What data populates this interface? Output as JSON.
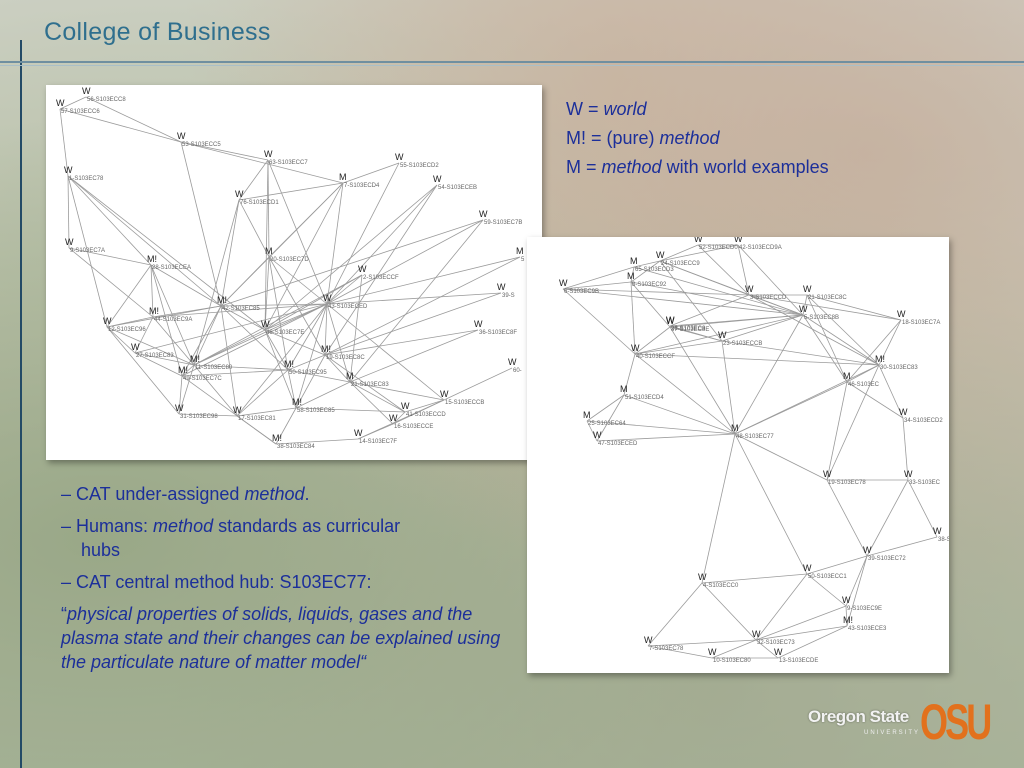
{
  "header": {
    "title": "College of Business"
  },
  "legend": {
    "line1": {
      "prefix": "W = ",
      "italic": "world"
    },
    "line2": {
      "prefix": "M! = (pure) ",
      "italic": "method"
    },
    "line3": {
      "prefix": "M = ",
      "italic": "method",
      "suffix": " with world examples"
    }
  },
  "bullets": {
    "b1": {
      "prefix": "– CAT under-assigned ",
      "italic": "method",
      "suffix": "."
    },
    "b2": {
      "prefix": "– Humans: ",
      "italic": "method",
      "suffix": " standards as curricular",
      "line2": "hubs"
    },
    "b3": {
      "text": "– CAT central method hub: S103EC77:"
    },
    "quote": {
      "open": "“",
      "text": "physical properties of solids, liquids, gases and the plasma state and their changes can be explained using the particulate nature of matter model",
      "close": "“"
    }
  },
  "logo": {
    "text": "Oregon State",
    "sub": "UNIVERSITY",
    "mark": "OSU"
  },
  "graph1": {
    "nodes": [
      {
        "code": "W",
        "id": "56-S103ECC8"
      },
      {
        "code": "W",
        "id": "57-S103ECC6"
      },
      {
        "code": "W",
        "id": "53-S103ECC5"
      },
      {
        "code": "W",
        "id": "63-S103ECC7"
      },
      {
        "code": "W",
        "id": "55-S103ECD2"
      },
      {
        "code": "W",
        "id": "1-S103EC78"
      },
      {
        "code": "M",
        "id": "7-S103ECD4"
      },
      {
        "code": "W",
        "id": "54-S103ECEB"
      },
      {
        "code": "W",
        "id": "76-S103ECD1"
      },
      {
        "code": "W",
        "id": "59-S103EC7B"
      },
      {
        "code": "W",
        "id": "9-S103EC7A"
      },
      {
        "code": "M",
        "id": "20-S103EC7D"
      },
      {
        "code": "M!",
        "id": "28-S103ECEA"
      },
      {
        "code": "M",
        "id": "5"
      },
      {
        "code": "W",
        "id": "2-S103ECCF"
      },
      {
        "code": "W",
        "id": "39-S"
      },
      {
        "code": "M!",
        "id": "42-S103EC85"
      },
      {
        "code": "W",
        "id": "43-S103ECED"
      },
      {
        "code": "M!",
        "id": "44-S103EC9A"
      },
      {
        "code": "W",
        "id": "36-S103EC8F"
      },
      {
        "code": "W",
        "id": "12-S103EC96"
      },
      {
        "code": "W",
        "id": "46-S103EC7E"
      },
      {
        "code": "W",
        "id": "27-S103EC83"
      },
      {
        "code": "M!",
        "id": "19-S103EC8C"
      },
      {
        "code": "W",
        "id": "60-"
      },
      {
        "code": "M!",
        "id": "11-S103EC80"
      },
      {
        "code": "M!",
        "id": "49-S103EC7C"
      },
      {
        "code": "M!",
        "id": "50-S103EC95"
      },
      {
        "code": "M",
        "id": "21-S103EC83"
      },
      {
        "code": "W",
        "id": "15-S103ECCB"
      },
      {
        "code": "M!",
        "id": "58-S103EC85"
      },
      {
        "code": "W",
        "id": "41-S103ECCD"
      },
      {
        "code": "W",
        "id": "31-S103EC98"
      },
      {
        "code": "W",
        "id": "17-S103EC81"
      },
      {
        "code": "W",
        "id": "16-S103ECCE"
      },
      {
        "code": "M!",
        "id": "38-S103EC84"
      },
      {
        "code": "W",
        "id": "14-S103EC7F"
      }
    ]
  },
  "graph2": {
    "nodes": [
      {
        "code": "W",
        "id": "52-S103ECD0"
      },
      {
        "code": "W",
        "id": "42-S103ECD9A"
      },
      {
        "code": "M",
        "id": "65-S103ECD3"
      },
      {
        "code": "W",
        "id": "24-S103ECC9"
      },
      {
        "code": "M",
        "id": "8-S103EC92"
      },
      {
        "code": "W",
        "id": "26-S103EC8"
      },
      {
        "code": "W",
        "id": "6-S103EC9B"
      },
      {
        "code": "W",
        "id": "3-S103ECCD"
      },
      {
        "code": "W",
        "id": "21-S103EC8C"
      },
      {
        "code": "W",
        "id": "18-S103EC7A"
      },
      {
        "code": "W",
        "id": "5-S103EC8B"
      },
      {
        "code": "W",
        "id": "37-S103EC8E"
      },
      {
        "code": "W",
        "id": "23-S103ECCB"
      },
      {
        "code": "W",
        "id": "40-S103ECCF"
      },
      {
        "code": "M!",
        "id": "30-S103EC83"
      },
      {
        "code": "M",
        "id": "46-S103EC"
      },
      {
        "code": "M",
        "id": "51-S103ECD4"
      },
      {
        "code": "W",
        "id": "34-S103ECD2"
      },
      {
        "code": "M",
        "id": "25-S103EC64"
      },
      {
        "code": "M",
        "id": "48-S103EC77"
      },
      {
        "code": "W",
        "id": "47-S103ECED"
      },
      {
        "code": "W",
        "id": "19-S103EC78"
      },
      {
        "code": "W",
        "id": "33-S103EC"
      },
      {
        "code": "W",
        "id": "38-S"
      },
      {
        "code": "W",
        "id": "39-S103EC72"
      },
      {
        "code": "W",
        "id": "50-S103ECC1"
      },
      {
        "code": "W",
        "id": "4-S103ECC0"
      },
      {
        "code": "W",
        "id": "9-S103EC9E"
      },
      {
        "code": "M!",
        "id": "43-S103ECE3"
      },
      {
        "code": "W",
        "id": "32-S103EC73"
      },
      {
        "code": "W",
        "id": "7-S103EC78"
      },
      {
        "code": "W",
        "id": "10-S103EC80"
      },
      {
        "code": "W",
        "id": "13-S103ECDE"
      }
    ]
  }
}
